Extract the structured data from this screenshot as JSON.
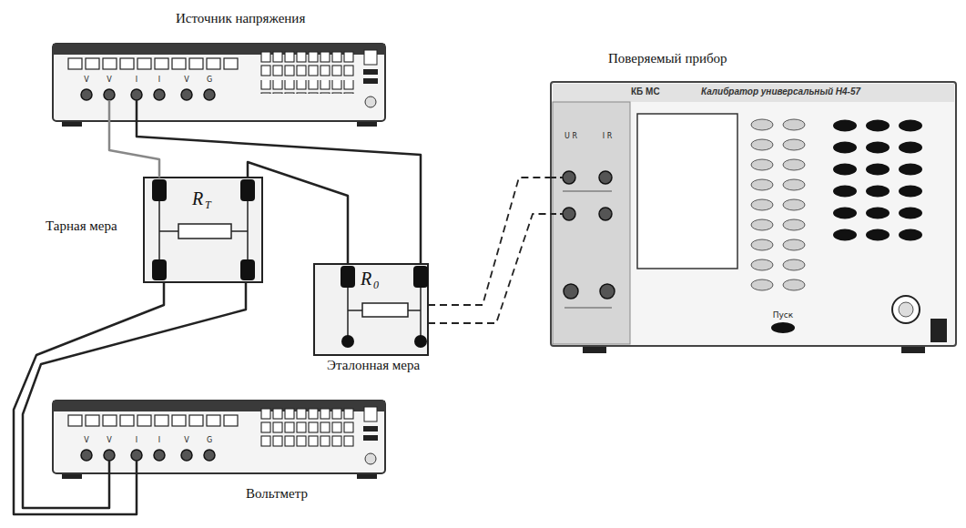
{
  "diagram": {
    "nodes": [
      {
        "text": [
          "Источник напряжения"
        ]
      },
      {
        "text": [
          "Поверяемый прибор",
          "КБ МС",
          "Калибратор универсальный Н4-57"
        ]
      },
      {
        "text": [
          "Тарная мера",
          "R",
          "T"
        ]
      },
      {
        "text": [
          "R",
          "0",
          "Эталонная мера"
        ]
      },
      {
        "text": [
          "Вольтметр"
        ]
      }
    ],
    "edges": [
      {
        "from": 0,
        "to": 2,
        "arrow": "none"
      },
      {
        "from": 0,
        "to": 3,
        "arrow": "none"
      },
      {
        "from": 2,
        "to": 3,
        "arrow": "none"
      },
      {
        "from": 2,
        "to": 4,
        "arrow": "none"
      },
      {
        "from": 2,
        "to": 4,
        "arrow": "none"
      },
      {
        "from": 3,
        "to": 1,
        "arrow": "none"
      },
      {
        "from": 3,
        "to": 1,
        "arrow": "none"
      }
    ],
    "labels": [
      "V",
      "V",
      "I",
      "I",
      "V",
      "G",
      "V",
      "V",
      "I",
      "I",
      "V",
      "G",
      "U R",
      "I R",
      "Пуск"
    ]
  }
}
